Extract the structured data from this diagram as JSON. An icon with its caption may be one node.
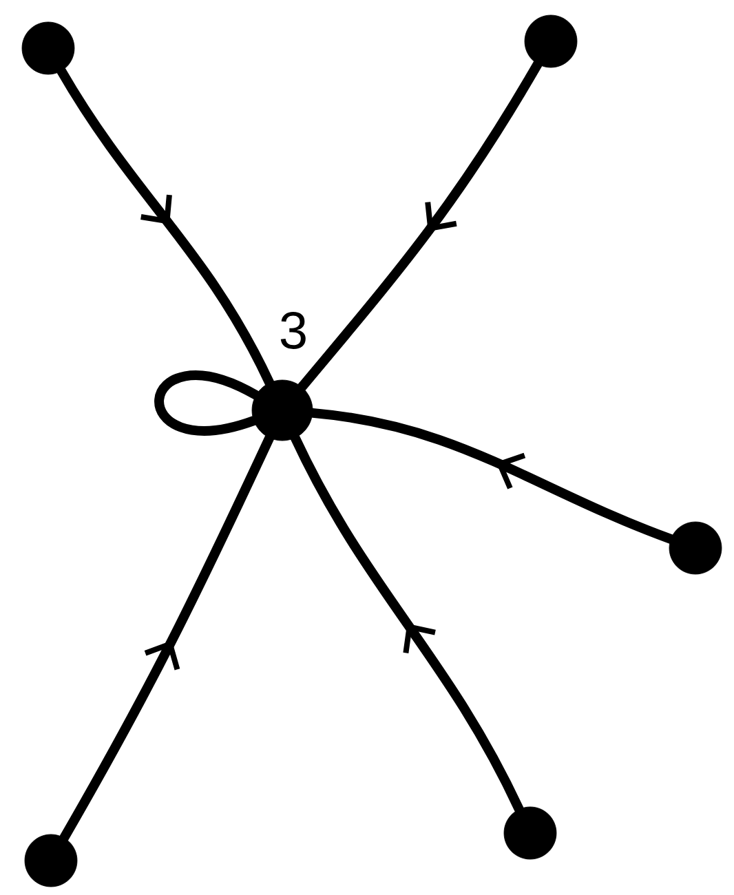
{
  "diagram": {
    "nodes": [
      {
        "text": [],
        "shape": "circle"
      },
      {
        "text": [],
        "shape": "circle"
      },
      {
        "text": [],
        "shape": "circle",
        "beside": [
          "3"
        ]
      },
      {
        "text": [],
        "shape": "circle"
      },
      {
        "text": [],
        "shape": "circle"
      },
      {
        "text": [],
        "shape": "circle"
      }
    ],
    "edges": [
      {
        "from": 0,
        "to": 2,
        "arrow": "to"
      },
      {
        "from": 1,
        "to": 2,
        "arrow": "to"
      },
      {
        "from": 2,
        "to": 2,
        "arrow": "none"
      },
      {
        "from": 3,
        "to": 2,
        "arrow": "to"
      },
      {
        "from": 4,
        "to": 2,
        "arrow": "to"
      },
      {
        "from": 5,
        "to": 2,
        "arrow": "to"
      }
    ]
  }
}
